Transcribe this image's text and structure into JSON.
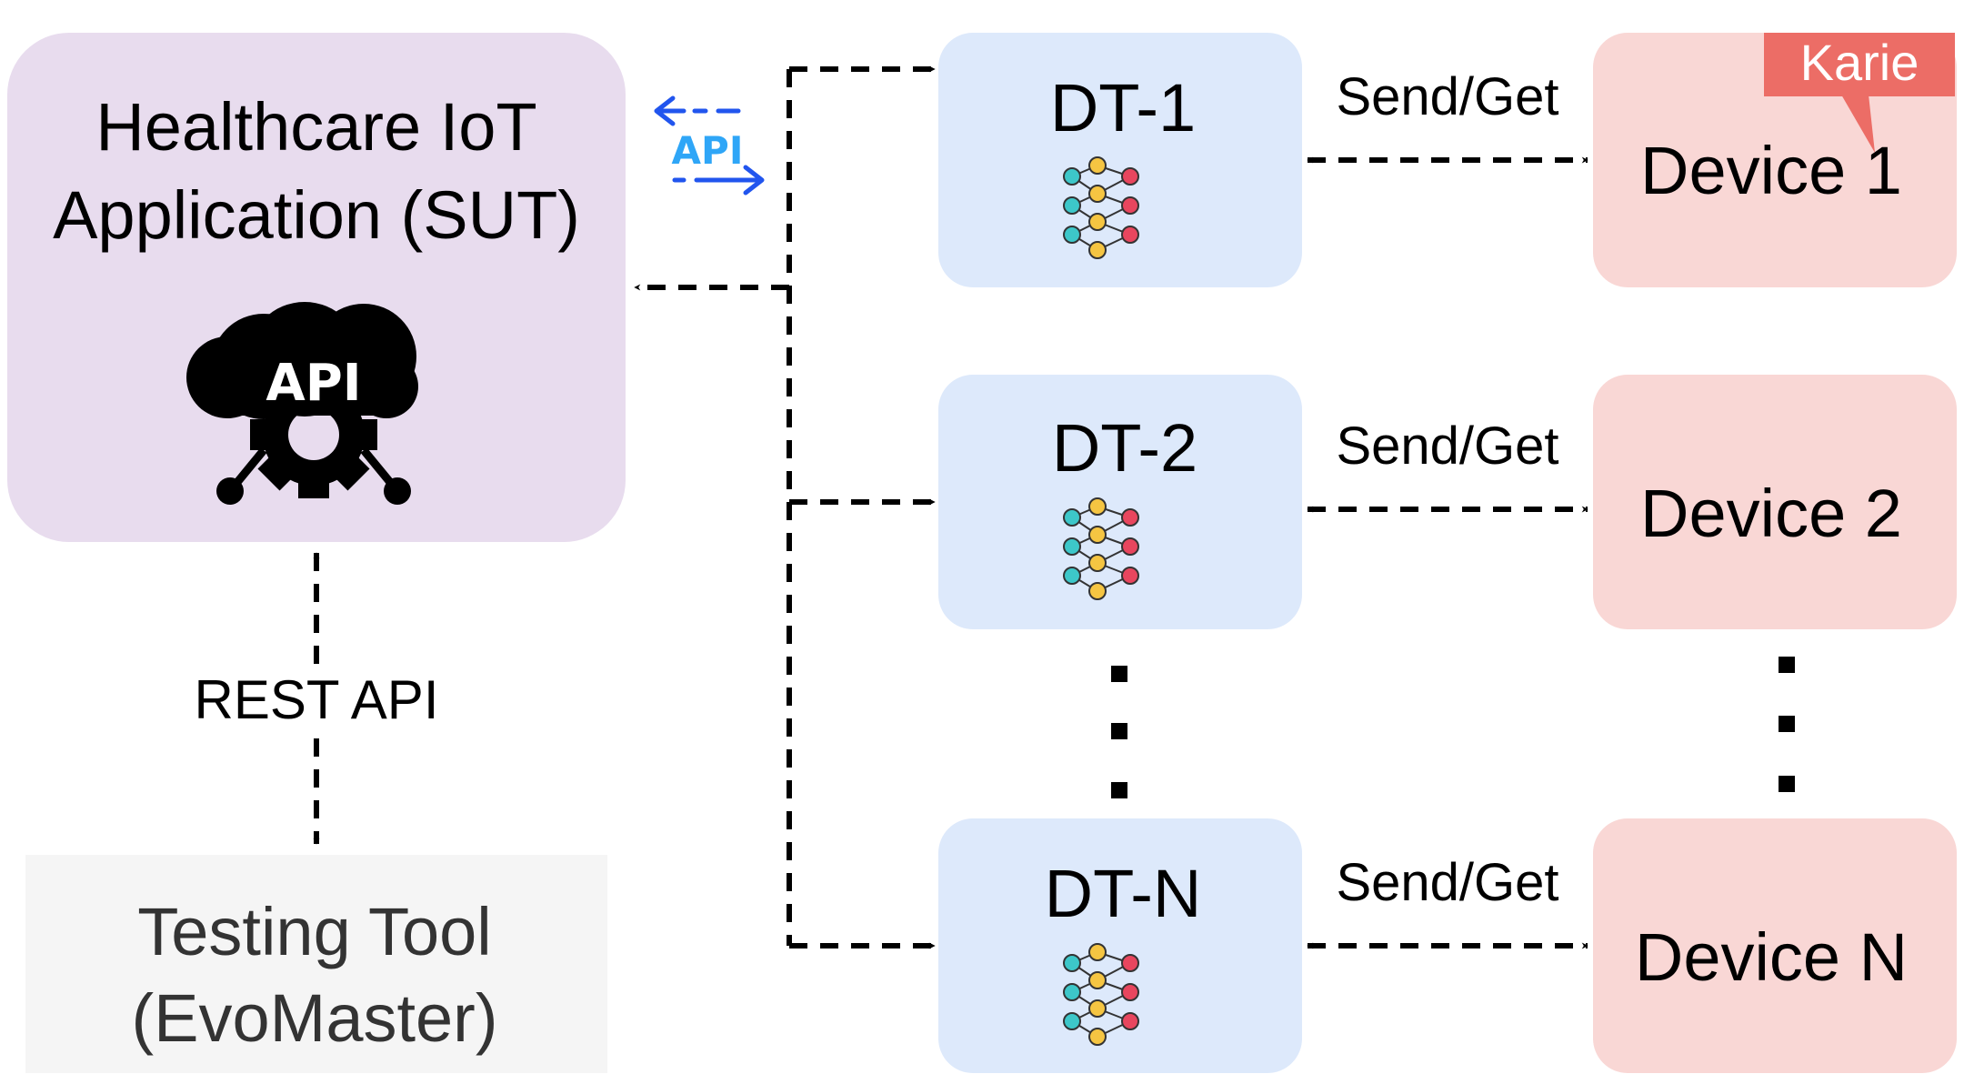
{
  "sut": {
    "line1": "Healthcare IoT",
    "line2": "Application (SUT)",
    "cloud_label": "API"
  },
  "api_badge": {
    "label": "API"
  },
  "rest_api_label": "REST API",
  "testing_tool": {
    "line1": "Testing Tool",
    "line2": "(EvoMaster)"
  },
  "digital_twins": [
    {
      "label": "DT-1"
    },
    {
      "label": "DT-2"
    },
    {
      "label": "DT-N"
    }
  ],
  "devices": [
    {
      "label": "Device 1"
    },
    {
      "label": "Device 2"
    },
    {
      "label": "Device N"
    }
  ],
  "links": [
    {
      "label": "Send/Get"
    },
    {
      "label": "Send/Get"
    },
    {
      "label": "Send/Get"
    }
  ],
  "callout": {
    "label": "Karie"
  },
  "colors": {
    "sut_fill": "#e8dcee",
    "dt_fill": "#dde9fb",
    "device_fill": "#f9d7d5",
    "tool_fill": "#f5f5f5",
    "callout_fill": "#ec6d66",
    "api_blue": "#2155ee",
    "api_cyan": "#2fa6f7",
    "node_teal": "#3dc7c9",
    "node_yellow": "#f5c542",
    "node_red": "#e8465e"
  }
}
